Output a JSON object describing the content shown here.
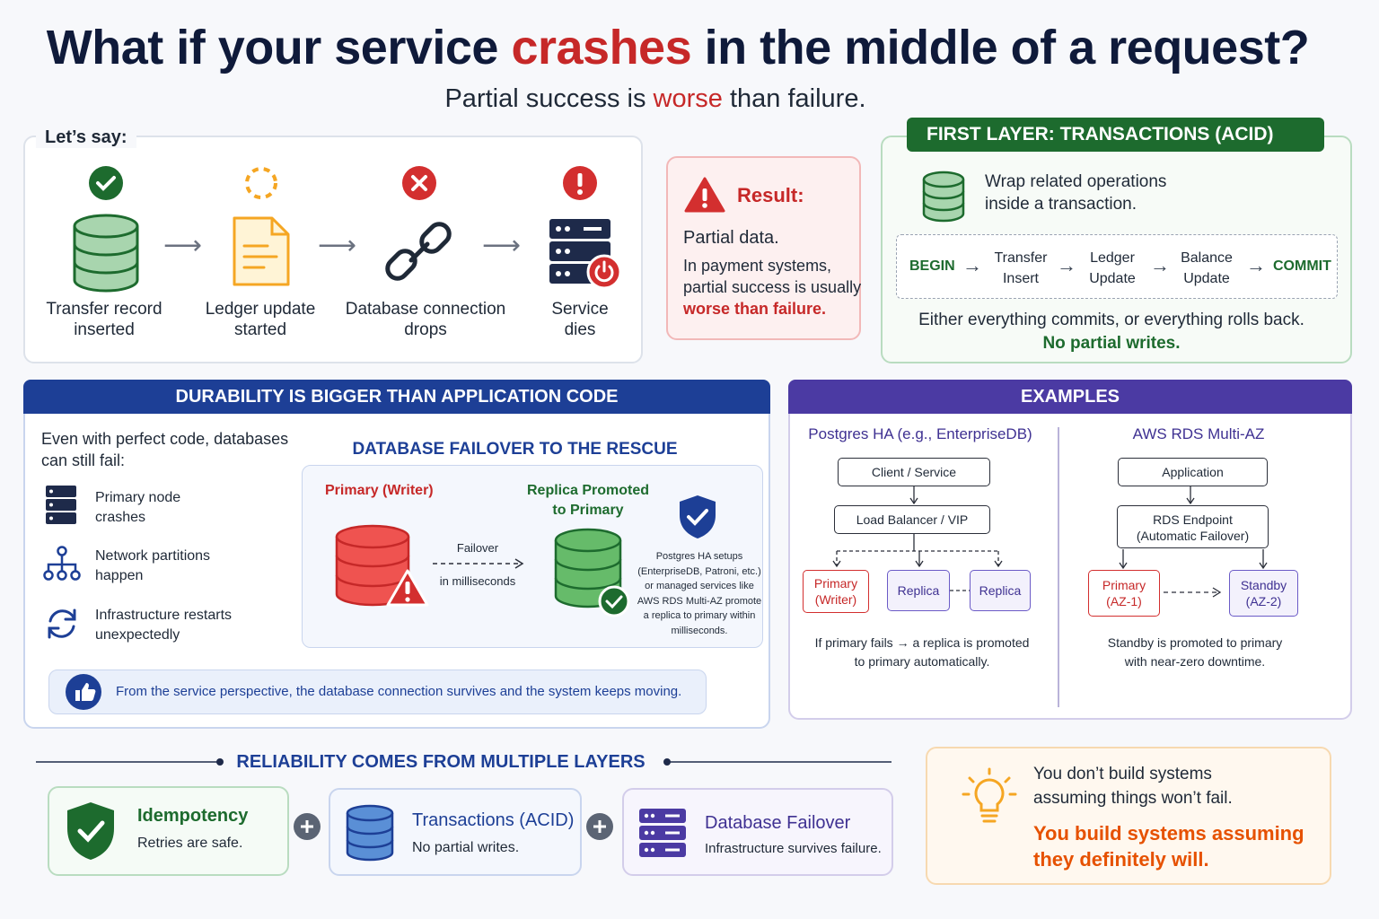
{
  "header": {
    "title_pre": "What if your service ",
    "title_red": "crashes",
    "title_post": " in the middle of a request?",
    "subtitle_pre": "Partial success is ",
    "subtitle_red": "worse",
    "subtitle_post": " than failure."
  },
  "scenario": {
    "heading": "Let’s say:",
    "steps": [
      {
        "label_1": "Transfer record",
        "label_2": "inserted",
        "icon": "check-circle-icon"
      },
      {
        "label_1": "Ledger update",
        "label_2": "started",
        "icon": "pending-circle-icon"
      },
      {
        "label_1": "Database connection",
        "label_2": "drops",
        "icon": "error-x-icon"
      },
      {
        "label_1": "Service",
        "label_2": "dies",
        "icon": "alert-icon"
      }
    ]
  },
  "result": {
    "heading": "Result:",
    "line1": "Partial data.",
    "line2": "In payment systems,",
    "line3": "partial success is usually",
    "line4": "worse than failure."
  },
  "transactions": {
    "heading": "FIRST LAYER: TRANSACTIONS (ACID)",
    "desc1": "Wrap related operations",
    "desc2": "inside a transaction.",
    "flow": {
      "begin": "BEGIN",
      "step1_a": "Transfer",
      "step1_b": "Insert",
      "step2_a": "Ledger",
      "step2_b": "Update",
      "step3_a": "Balance",
      "step3_b": "Update",
      "commit": "COMMIT"
    },
    "footer1": "Either everything commits, or everything rolls back.",
    "footer2": "No partial writes."
  },
  "durability": {
    "heading": "DURABILITY IS BIGGER THAN APPLICATION CODE",
    "intro1": "Even with perfect code, databases",
    "intro2": "can still fail:",
    "risks": [
      {
        "a": "Primary node",
        "b": "crashes"
      },
      {
        "a": "Network partitions",
        "b": "happen"
      },
      {
        "a": "Infrastructure restarts",
        "b": "unexpectedly"
      }
    ],
    "failover_title": "DATABASE FAILOVER TO THE RESCUE",
    "primary_label": "Primary (Writer)",
    "replica_label_1": "Replica Promoted",
    "replica_label_2": "to Primary",
    "failover_arrow_1": "Failover",
    "failover_arrow_2": "in milliseconds",
    "note": [
      "Postgres HA setups",
      "(EnterpriseDB, Patroni, etc.)",
      "or managed services like",
      "AWS RDS Multi-AZ promote",
      "a replica to primary within",
      "milliseconds."
    ],
    "banner": "From the service perspective, the database connection survives and the system keeps moving."
  },
  "examples": {
    "heading": "EXAMPLES",
    "pg": {
      "title": "Postgres HA (e.g., EnterpriseDB)",
      "client": "Client / Service",
      "lb": "Load Balancer / VIP",
      "primary_1": "Primary",
      "primary_2": "(Writer)",
      "replica1": "Replica",
      "replica2": "Replica",
      "caption1": "If primary fails → a replica is promoted",
      "caption2": "to primary automatically."
    },
    "rds": {
      "title": "AWS RDS Multi-AZ",
      "app": "Application",
      "endpoint_1": "RDS Endpoint",
      "endpoint_2": "(Automatic Failover)",
      "primary_1": "Primary",
      "primary_2": "(AZ-1)",
      "standby_1": "Standby",
      "standby_2": "(AZ-2)",
      "caption1": "Standby is promoted to primary",
      "caption2": "with near-zero downtime."
    }
  },
  "layers": {
    "heading": "RELIABILITY COMES FROM MULTIPLE LAYERS",
    "items": [
      {
        "title": "Idempotency",
        "desc": "Retries are safe.",
        "color": "#1d6b2e"
      },
      {
        "title": "Transactions (ACID)",
        "desc": "No partial writes.",
        "color": "#1d3f96"
      },
      {
        "title": "Database Failover",
        "desc": "Infrastructure survives failure.",
        "color": "#3f3192"
      }
    ]
  },
  "takeaway": {
    "line1": "You don’t build systems",
    "line2": "assuming things won’t fail.",
    "line3": "You build systems assuming",
    "line4": "they definitely will."
  },
  "colors": {
    "red": "#c62828",
    "green": "#1d6b2e",
    "blue": "#1d3f96",
    "purple": "#4b3aa3",
    "orange": "#e65100"
  }
}
